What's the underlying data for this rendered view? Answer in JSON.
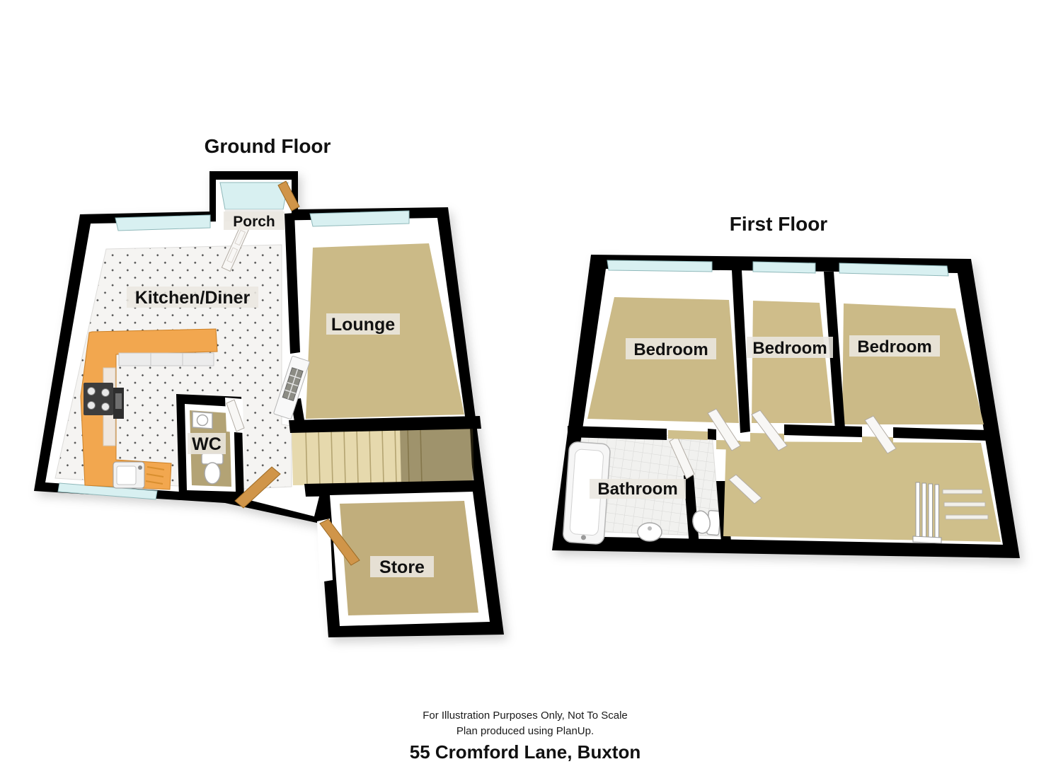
{
  "document": {
    "type": "estate-agent 3D floor plan",
    "background": "#ffffff"
  },
  "ground_floor": {
    "title": "Ground Floor",
    "rooms": [
      {
        "name": "Porch"
      },
      {
        "name": "Kitchen/Diner"
      },
      {
        "name": "Lounge"
      },
      {
        "name": "WC"
      },
      {
        "name": "Store"
      }
    ],
    "features": [
      "staircase",
      "kitchen counter",
      "hob",
      "oven",
      "sink",
      "glazed lounge door",
      "front door",
      "back door",
      "store door",
      "windows"
    ]
  },
  "first_floor": {
    "title": "First Floor",
    "rooms": [
      {
        "name": "Bedroom"
      },
      {
        "name": "Bedroom"
      },
      {
        "name": "Bedroom"
      },
      {
        "name": "Bathroom"
      }
    ],
    "features": [
      "bath",
      "toilet",
      "basin",
      "stair railing",
      "landing",
      "windows"
    ]
  },
  "footer": {
    "line1": "For Illustration Purposes Only, Not To Scale",
    "line2": "Plan produced using PlanUp.",
    "address": "55 Cromford Lane, Buxton"
  },
  "colors": {
    "wall": "#000000",
    "inner_wall": "#ffffff",
    "carpet_tan": "#cbba87",
    "carpet_landing": "#cfbf8b",
    "carpet_store": "#c1ae7c",
    "carpet_wc": "#b3a375",
    "tile_white": "#f5f4f2",
    "window_glass": "#d8f0f1",
    "kitchen_counter": "#f2a74f",
    "wood_door": "#d09549",
    "stairs": "#e6d9ad",
    "label_background": "#eae7e0"
  }
}
